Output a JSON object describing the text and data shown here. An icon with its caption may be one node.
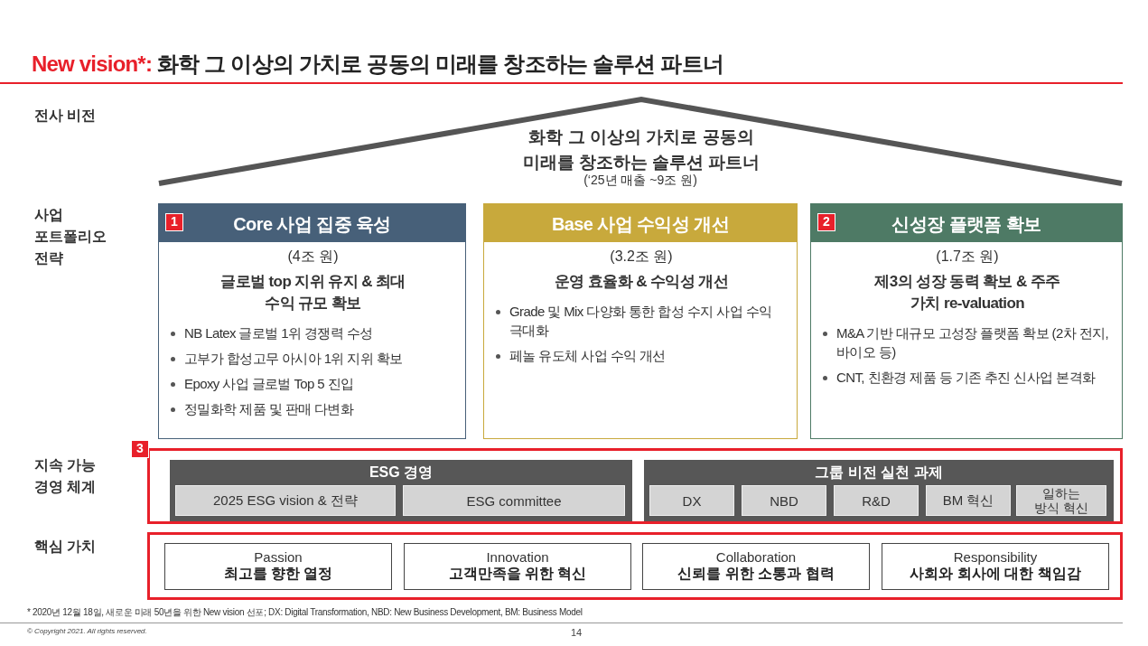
{
  "diagram": {
    "title": "화학 그 이상의 가치로 공동의 미래를 창조하는 솔루션 파트너",
    "nodes": [
      {
        "text": [
          "화학 그 이상의 가치로 공동의 미래를 창조하는 솔루션 파트너",
          "(‘25년 매출 ~9조 원)"
        ]
      },
      {
        "text": [
          "Core 사업 집중 육성",
          "(4조 원)",
          "글로벌 top 지위 유지 & 최대 수익 규모 확보",
          "NB Latex 글로벌 1위 경쟁력 수성",
          "고부가 합성고무 아시아 1위 지위 확보",
          "Epoxy 사업 글로벌 Top 5 진입",
          "정밀화학 제품 및 판매 다변화"
        ]
      },
      {
        "text": [
          "1"
        ],
        "in": 1
      },
      {
        "text": [
          "Base 사업 수익성 개선",
          "(3.2조 원)",
          "운영 효율화 & 수익성 개선",
          "Grade 및 Mix 다양화 통한 합성 수지 사업 수익 극대화",
          "페놀 유도체 사업 수익 개선"
        ]
      },
      {
        "text": [
          "신성장 플랫폼 확보",
          "(1.7조 원)",
          "제3의 성장 동력 확보 & 주주 가치 re-valuation",
          "M&A 기반 대규모 고성장 플랫폼 확보 (2차 전지, 바이오 등)",
          "CNT, 친환경 제품 등 기존 추진 신사업 본격화"
        ]
      },
      {
        "text": [
          "2"
        ],
        "in": 4
      },
      {
        "text": [],
        "shape": "box"
      },
      {
        "text": [
          "3"
        ]
      },
      {
        "text": [
          "ESG 경영"
        ],
        "in": 6
      },
      {
        "text": [
          "2025 ESG vision & 전략"
        ],
        "in": 8
      },
      {
        "text": [
          "ESG committee"
        ],
        "in": 8
      },
      {
        "text": [
          "그룹 비전 실천 과제"
        ],
        "in": 6
      },
      {
        "text": [
          "DX"
        ],
        "in": 11
      },
      {
        "text": [
          "NBD"
        ],
        "in": 11
      },
      {
        "text": [
          "R&D"
        ],
        "in": 11
      },
      {
        "text": [
          "BM 혁신"
        ],
        "in": 11
      },
      {
        "text": [
          "일하는 방식 혁신"
        ],
        "in": 11
      },
      {
        "text": [],
        "shape": "box"
      },
      {
        "text": [
          "Passion",
          "최고를 향한 열정"
        ],
        "in": 17
      },
      {
        "text": [
          "Innovation",
          "고객만족을 위한 혁신"
        ],
        "in": 17
      },
      {
        "text": [
          "Collaboration",
          "신뢰를 위한 소통과 협력"
        ],
        "in": 17
      },
      {
        "text": [
          "Responsibility",
          "사회와 회사에 대한 책임감"
        ],
        "in": 17
      }
    ],
    "edges": [],
    "labels": [
      "New vision*:",
      "전사 비전",
      "사업 포트폴리오 전략",
      "지속 가능 경영 체계",
      "핵심 가치",
      "* 2020년 12월 18일, 새로운 미래 50년을 위한 New vision 선포;   DX: Digital Transformation,  NBD: New Business Development,  BM: Business Model",
      "© Copyright 2021. All rights reserved.",
      "14"
    ]
  }
}
